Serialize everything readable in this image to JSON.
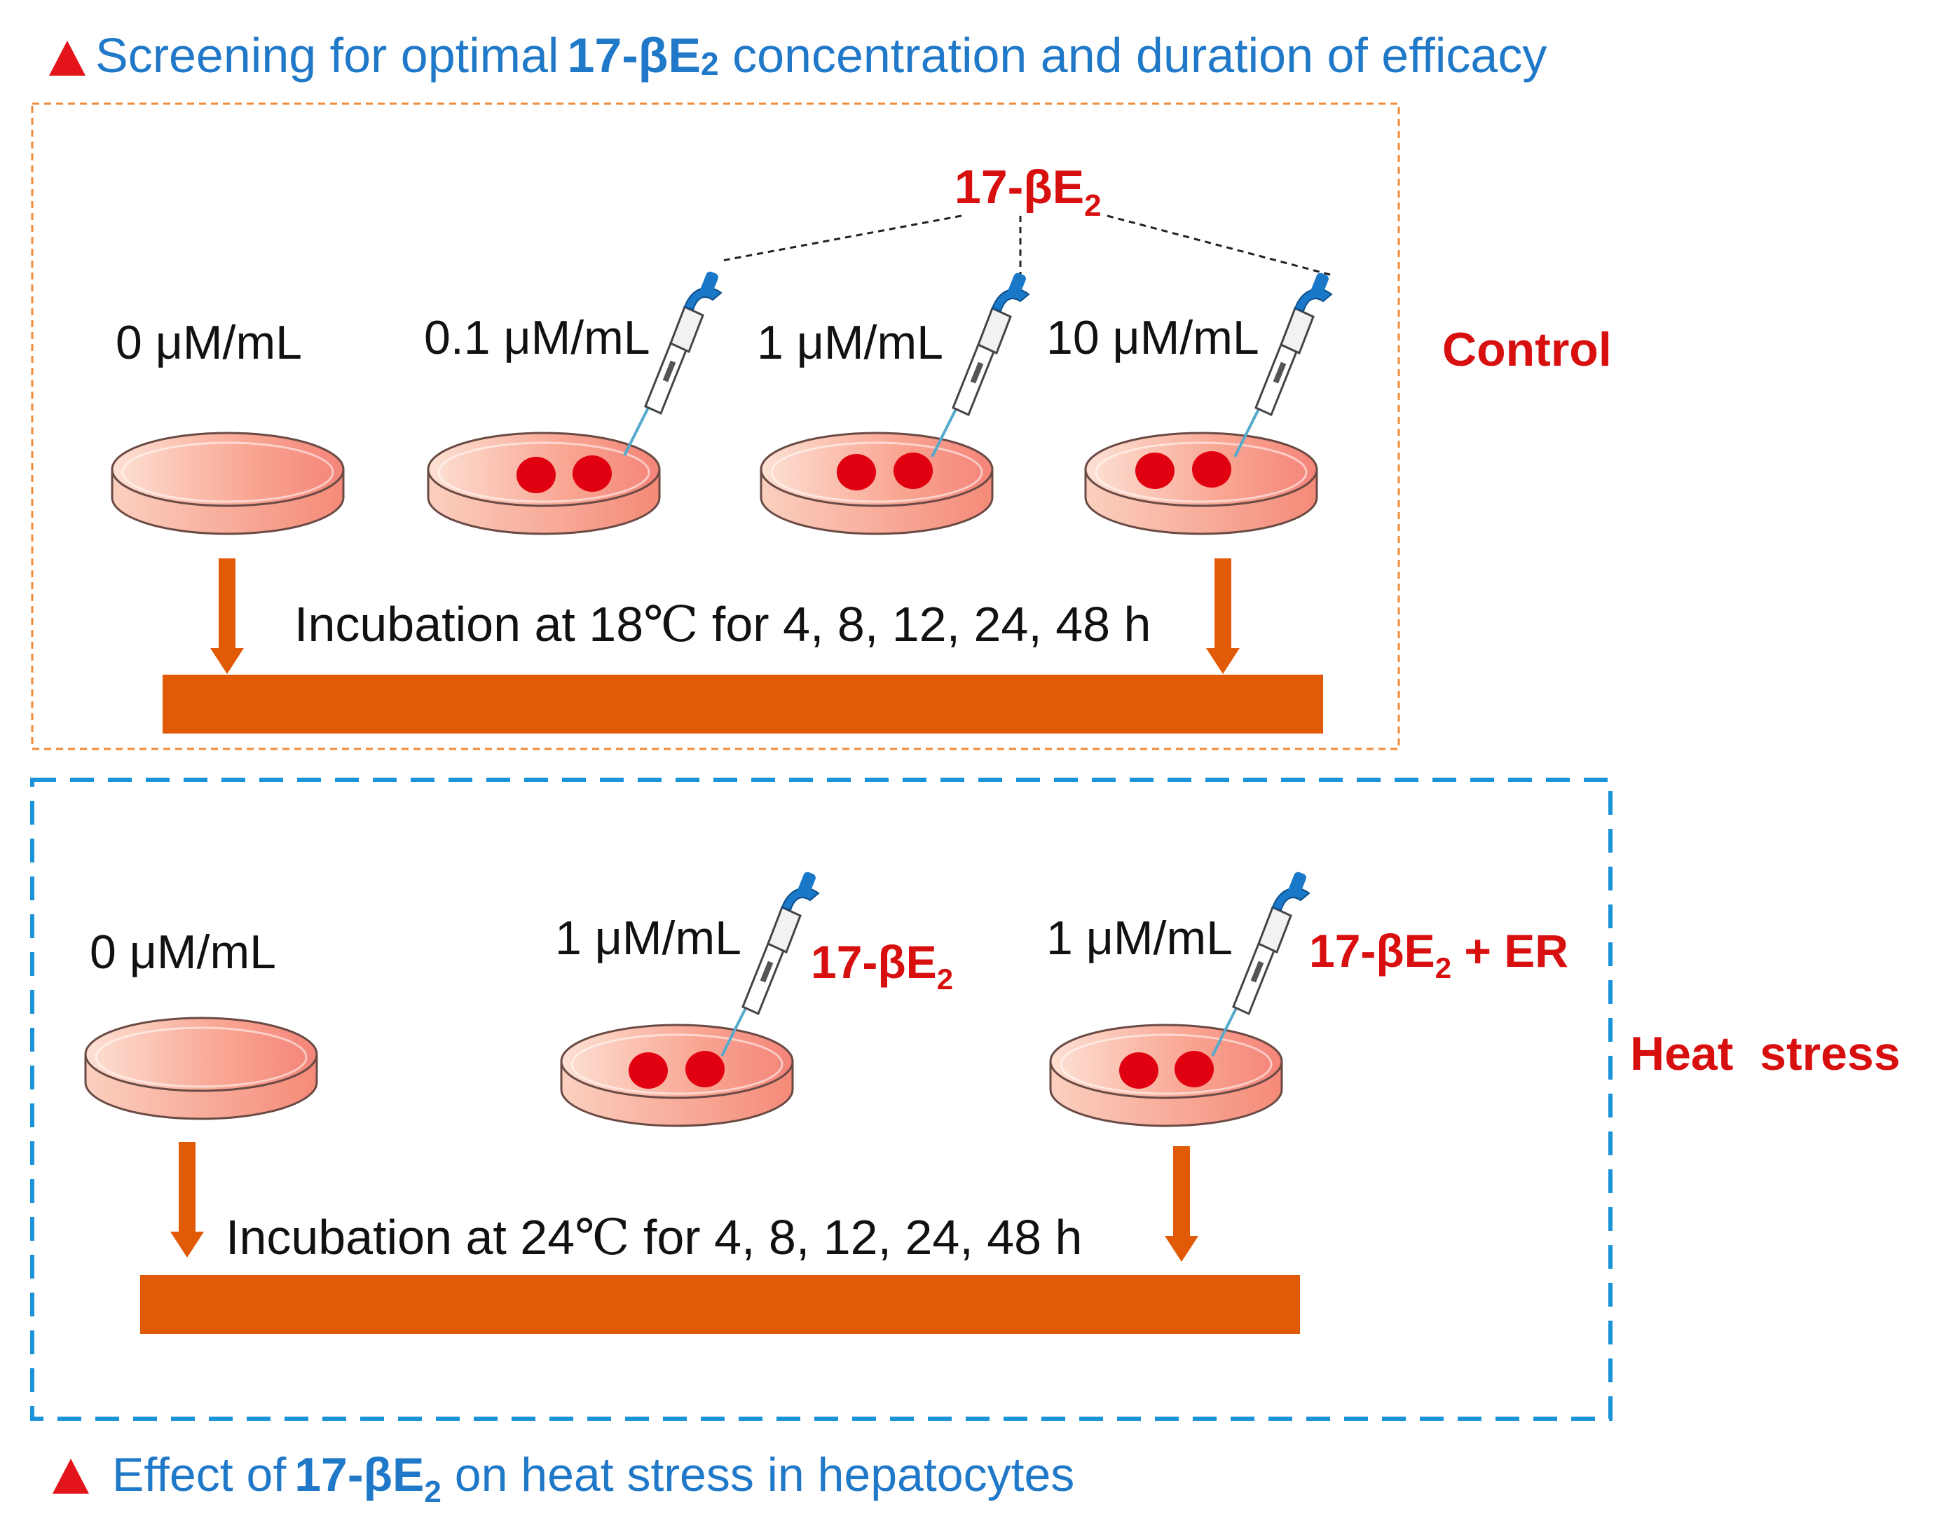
{
  "colors": {
    "title_blue": "#1f78c8",
    "accent_red": "#d80f0f",
    "triangle_red": "#e3151a",
    "bar_orange": "#e05a08",
    "control_border": "#f08b3a",
    "heat_border": "#1b93d8",
    "dish_fill": "#f9b7a2",
    "dish_rim": "#f07a74",
    "dot_red": "#e00010",
    "pipette_blue": "#1a78c8"
  },
  "top_title": {
    "before": "Screening for optimal",
    "bold": "17-βE",
    "sub": "2",
    "after": " concentration and duration of efficacy"
  },
  "control": {
    "side_label": "Control",
    "reagent": {
      "main": "17-βE",
      "sub": "2"
    },
    "doses": [
      {
        "value": "0",
        "unit": "μM/mL"
      },
      {
        "value": "0.1",
        "unit": "μM/mL"
      },
      {
        "value": "1",
        "unit": "μM/mL"
      },
      {
        "value": "10",
        "unit": "μM/mL"
      }
    ],
    "incubation": {
      "before": "Incubation at 18",
      "degree": "℃",
      "after": " for 4, 8, 12, 24, 48 h"
    }
  },
  "heat": {
    "side_label": "Heat  stress",
    "doses": [
      {
        "value": "0",
        "unit": "μM/mL"
      },
      {
        "value": "1",
        "unit": "μM/mL"
      },
      {
        "value": "1",
        "unit": "μM/mL"
      }
    ],
    "treatment_1": {
      "main": "17-βE",
      "sub": "2",
      "suffix": ""
    },
    "treatment_2": {
      "main": "17-βE",
      "sub": "2",
      "suffix": " + ER"
    },
    "incubation": {
      "before": "Incubation at 24",
      "degree": "℃",
      "after": " for 4, 8, 12, 24, 48 h"
    }
  },
  "bottom_title": {
    "before": "Effect of",
    "bold": "17-βE",
    "sub": "2",
    "after": " on heat stress in hepatocytes"
  },
  "icons": [
    "triangle-icon",
    "petri-dish-icon",
    "pipette-icon",
    "arrow-down-icon"
  ]
}
